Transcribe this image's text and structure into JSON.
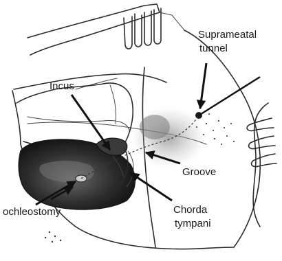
{
  "figure": {
    "labels": {
      "suprameatal_line1": "Suprameatal",
      "suprameatal_line2": "tunnel",
      "incus": "Incus",
      "groove": "Groove",
      "cochleostomy": "ochleostomy",
      "chorda_line1": "Chorda",
      "chorda_line2": "tympani"
    },
    "colors": {
      "ink": "#1a1a1a",
      "shade": "#9a9a9a",
      "dark_fill": "#2b2b2b"
    }
  }
}
